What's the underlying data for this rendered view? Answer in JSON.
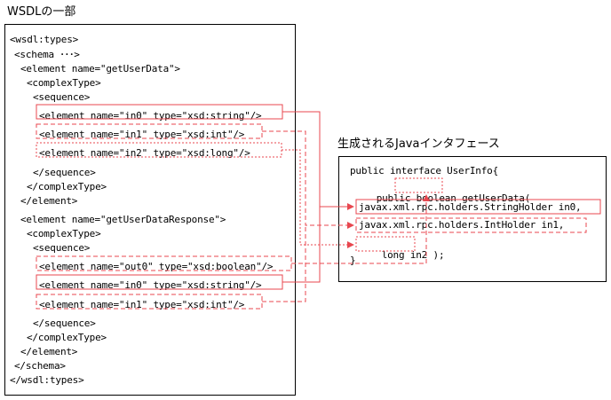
{
  "wsdl": {
    "title": "WSDLの一部",
    "lines": [
      "<wsdl:types>",
      "<schema ･･･>",
      "<element name=\"getUserData\">",
      "<complexType>",
      "<sequence>",
      "<element name=\"in0\" type=\"xsd:string\"/>",
      "<element name=\"in1\" type=\"xsd:int\"/>",
      "<element name=\"in2\" type=\"xsd:long\"/>",
      "</sequence>",
      "</complexType>",
      "</element>",
      "<element name=\"getUserDataResponse\">",
      "<complexType>",
      "<sequence>",
      "<element name=\"out0\" type=\"xsd:boolean\"/>",
      "<element name=\"in0\" type=\"xsd:string\"/>",
      "<element name=\"in1\" type=\"xsd:int\"/>",
      "</sequence>",
      "</complexType>",
      "</element>",
      "</schema>",
      "</wsdl:types>"
    ]
  },
  "java": {
    "title": "生成されるJavaインタフェース",
    "line1": "public interface UserInfo{",
    "line2_prefix": "public ",
    "line2_type": "boolean",
    "line2_suffix": " getUserData(",
    "param1": "javax.xml.rpc.holders.StringHolder in0,",
    "param2": "javax.xml.rpc.holders.IntHolder in1,",
    "param3_code": "long in2",
    "param3_tail": " );",
    "close": "}"
  },
  "colors": {
    "accent": "#e8474f",
    "border": "#000000"
  }
}
